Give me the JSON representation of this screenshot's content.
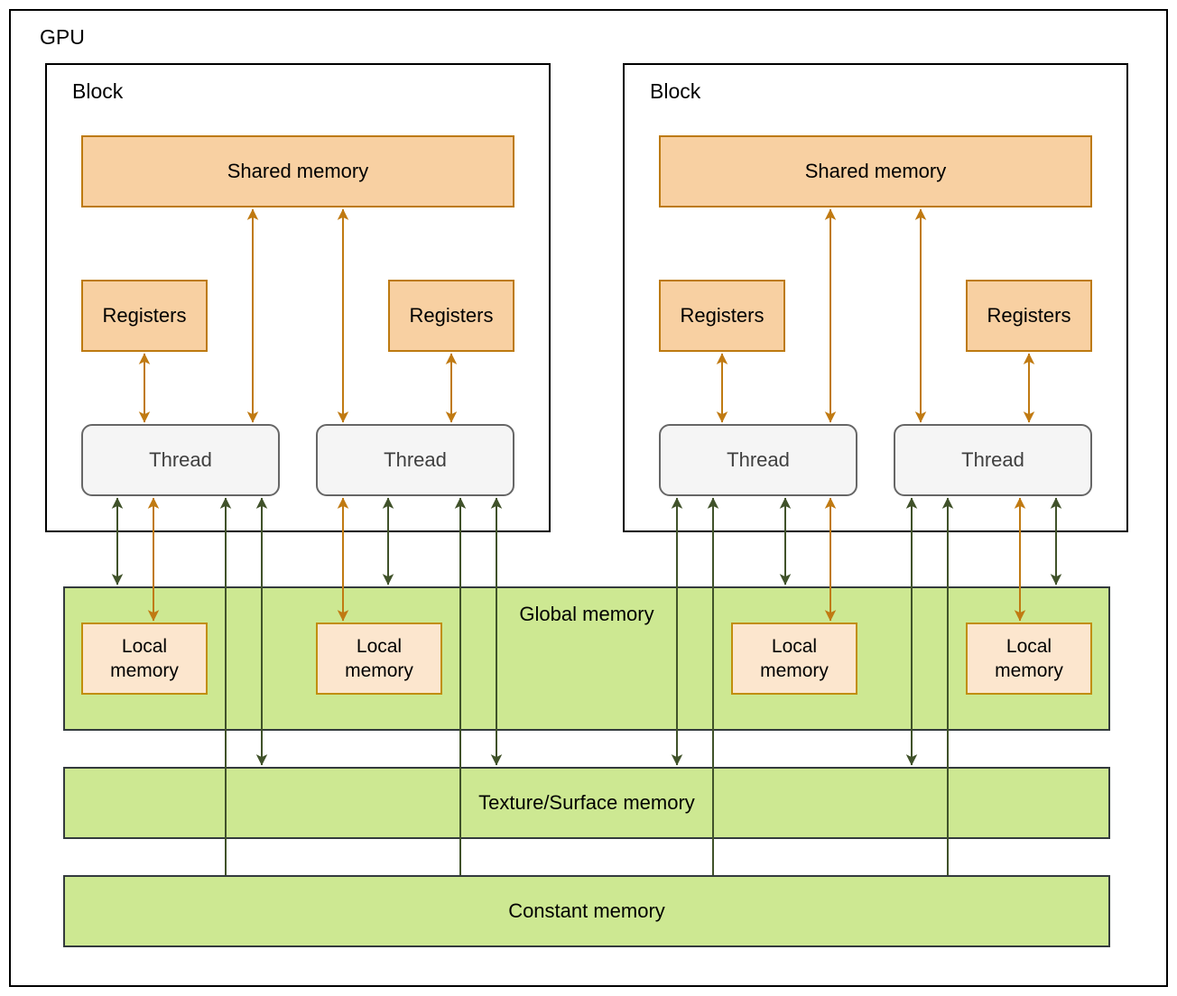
{
  "diagram": {
    "gpu_label": "GPU",
    "blocks": [
      {
        "label": "Block",
        "shared_memory_label": "Shared memory",
        "registers_labels": [
          "Registers",
          "Registers"
        ],
        "thread_labels": [
          "Thread",
          "Thread"
        ]
      },
      {
        "label": "Block",
        "shared_memory_label": "Shared memory",
        "registers_labels": [
          "Registers",
          "Registers"
        ],
        "thread_labels": [
          "Thread",
          "Thread"
        ]
      }
    ],
    "global_memory_label": "Global memory",
    "local_memory_labels": [
      "Local memory",
      "Local memory",
      "Local memory",
      "Local memory"
    ],
    "texture_memory_label": "Texture/Surface memory",
    "constant_memory_label": "Constant memory"
  },
  "colors": {
    "orange_fill": "#F8D0A2",
    "orange_stroke": "#BD7A10",
    "local_fill": "#FCE6CE",
    "local_stroke": "#C18E0B",
    "green_fill": "#CDE892",
    "green_stroke": "#333A3D",
    "thread_fill": "#F5F5F5",
    "thread_stroke": "#666666",
    "arrow_orange": "#C07A12",
    "arrow_green": "#40522A",
    "outline_black": "#000000"
  }
}
